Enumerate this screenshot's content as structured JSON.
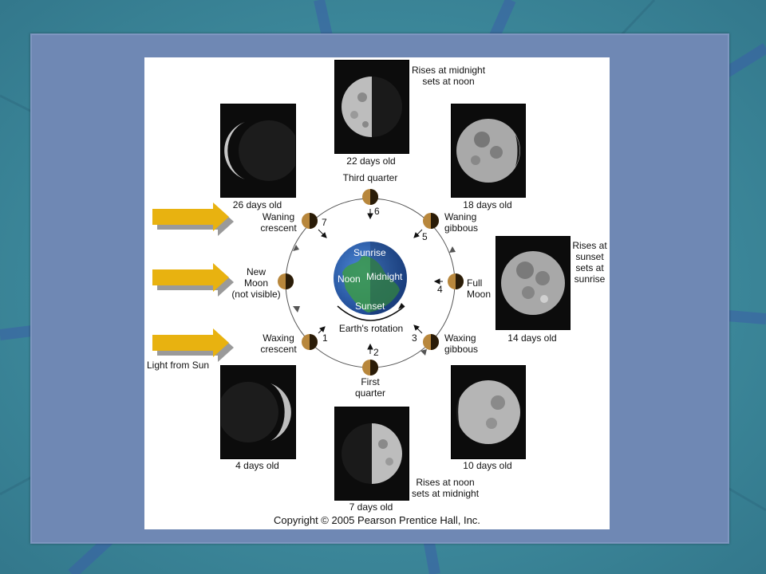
{
  "colors": {
    "background_teal": "#3f8a9c",
    "slide_panel": "#6f88b4",
    "figure_background": "#ffffff",
    "sun_arrow": "#e8b210",
    "moon_body": "#b8873c",
    "earth_ocean": "#2f64b8",
    "earth_land": "#3c9a4a"
  },
  "sun": {
    "label": "Light from Sun",
    "arrow_count": 3
  },
  "earth": {
    "sunrise": "Sunrise",
    "noon": "Noon",
    "midnight": "Midnight",
    "sunset": "Sunset",
    "rotation_caption": "Earth's rotation"
  },
  "orbit_positions": [
    {
      "number": "",
      "label_line1": "New",
      "label_line2": "Moon",
      "label_line3": "(not visible)"
    },
    {
      "number": "1",
      "label_line1": "Waxing",
      "label_line2": "crescent"
    },
    {
      "number": "2",
      "label_line1": "First",
      "label_line2": "quarter"
    },
    {
      "number": "3",
      "label_line1": "Waxing",
      "label_line2": "gibbous"
    },
    {
      "number": "4",
      "label_line1": "Full",
      "label_line2": "Moon"
    },
    {
      "number": "5",
      "label_line1": "Waning",
      "label_line2": "gibbous"
    },
    {
      "number": "6",
      "label": "Third quarter"
    },
    {
      "number": "7",
      "label_line1": "Waning",
      "label_line2": "crescent"
    }
  ],
  "photos": [
    {
      "caption": "26 days old",
      "phase": "waning-crescent"
    },
    {
      "caption": "22 days old",
      "phase": "third-quarter"
    },
    {
      "caption": "18 days old",
      "phase": "waning-gibbous"
    },
    {
      "caption": "14 days old",
      "phase": "full"
    },
    {
      "caption": "10 days old",
      "phase": "waxing-gibbous"
    },
    {
      "caption": "7 days old",
      "phase": "first-quarter"
    },
    {
      "caption": "4 days old",
      "phase": "waxing-crescent"
    }
  ],
  "rise_set_notes": {
    "third_quarter_line1": "Rises at midnight",
    "third_quarter_line2": "sets at noon",
    "full_line1": "Rises at",
    "full_line2": "sunset",
    "full_line3": "sets at",
    "full_line4": "sunrise",
    "first_quarter_line1": "Rises at noon",
    "first_quarter_line2": "sets at midnight"
  },
  "copyright": "Copyright © 2005 Pearson Prentice Hall, Inc."
}
